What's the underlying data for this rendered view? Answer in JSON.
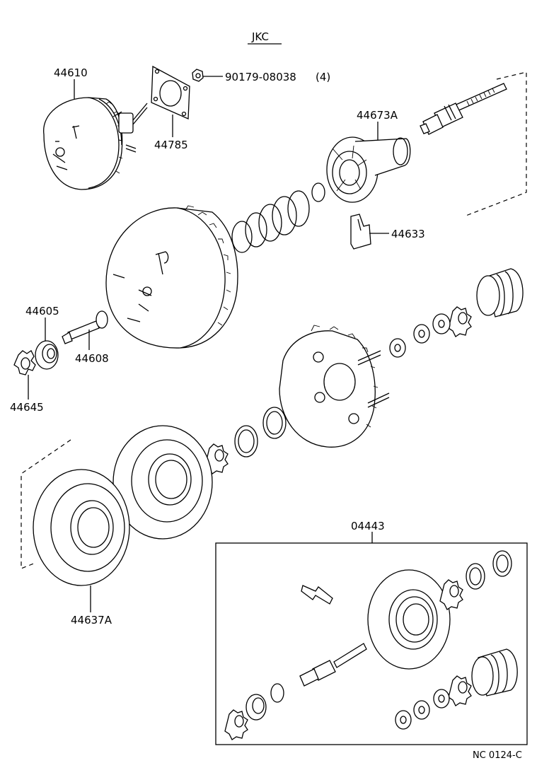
{
  "header": {
    "model_code": "JKC"
  },
  "footer": {
    "figure_code": "NC  0124-C"
  },
  "callouts": {
    "p44610": "44610",
    "p90179": "90179-08038",
    "p90179_qty": "(4)",
    "p44785": "44785",
    "p44673a": "44673A",
    "p44633": "44633",
    "p44605": "44605",
    "p44608": "44608",
    "p44645": "44645",
    "p44637a": "44637A",
    "p04443": "04443"
  }
}
